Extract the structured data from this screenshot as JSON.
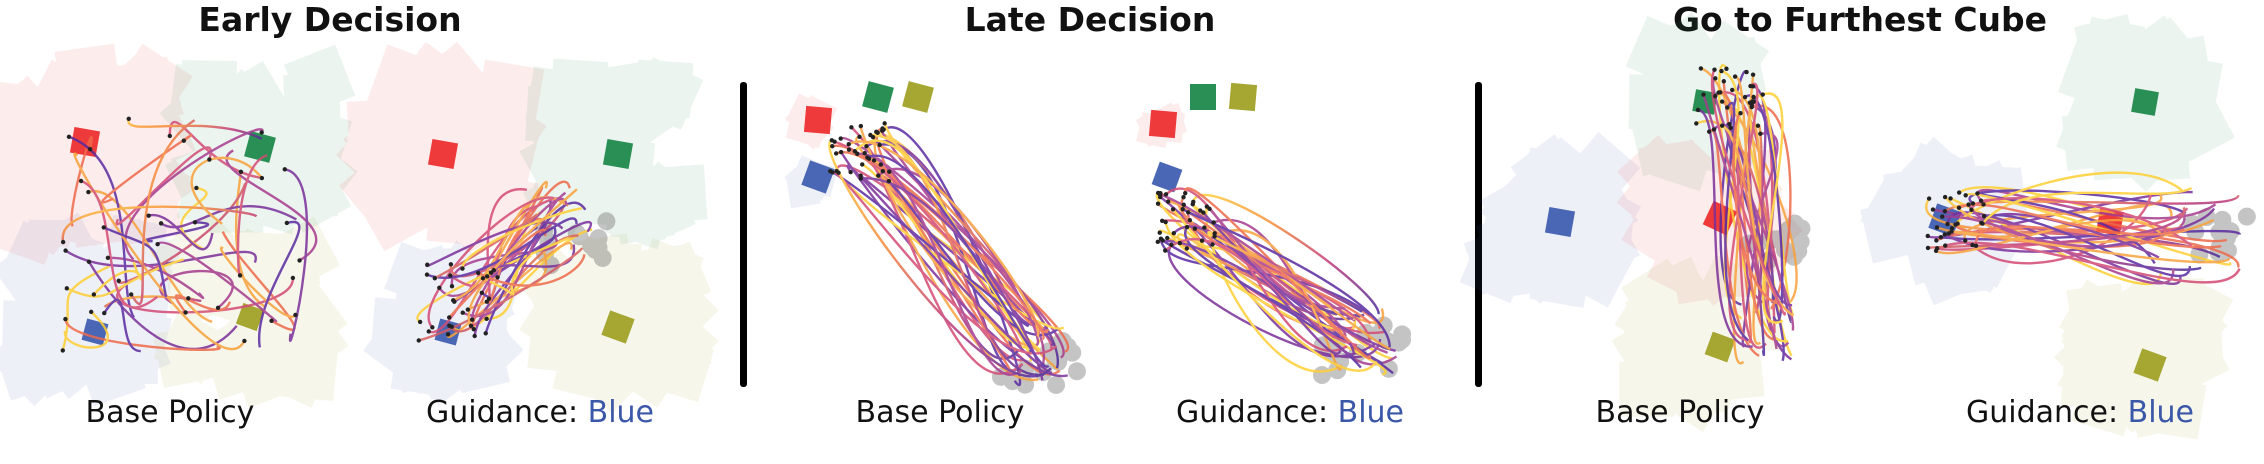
{
  "titles": [
    "Early Decision",
    "Late Decision",
    "Go to Furthest Cube"
  ],
  "captions": {
    "base": "Base Policy",
    "guidance_prefix": "Guidance: ",
    "guidance_color": "Blue"
  },
  "colors": {
    "red": "#ee3a3a",
    "green": "#2a8f55",
    "blue": "#4a67b5",
    "olive": "#a6a632",
    "accent_text": "#3a57a8",
    "endpoint": "#5a5a5a"
  },
  "panels": [
    {
      "group": "early",
      "variant": "base"
    },
    {
      "group": "early",
      "variant": "guided"
    },
    {
      "group": "late",
      "variant": "base"
    },
    {
      "group": "late",
      "variant": "guided"
    },
    {
      "group": "furthest",
      "variant": "base"
    },
    {
      "group": "furthest",
      "variant": "guided"
    }
  ]
}
